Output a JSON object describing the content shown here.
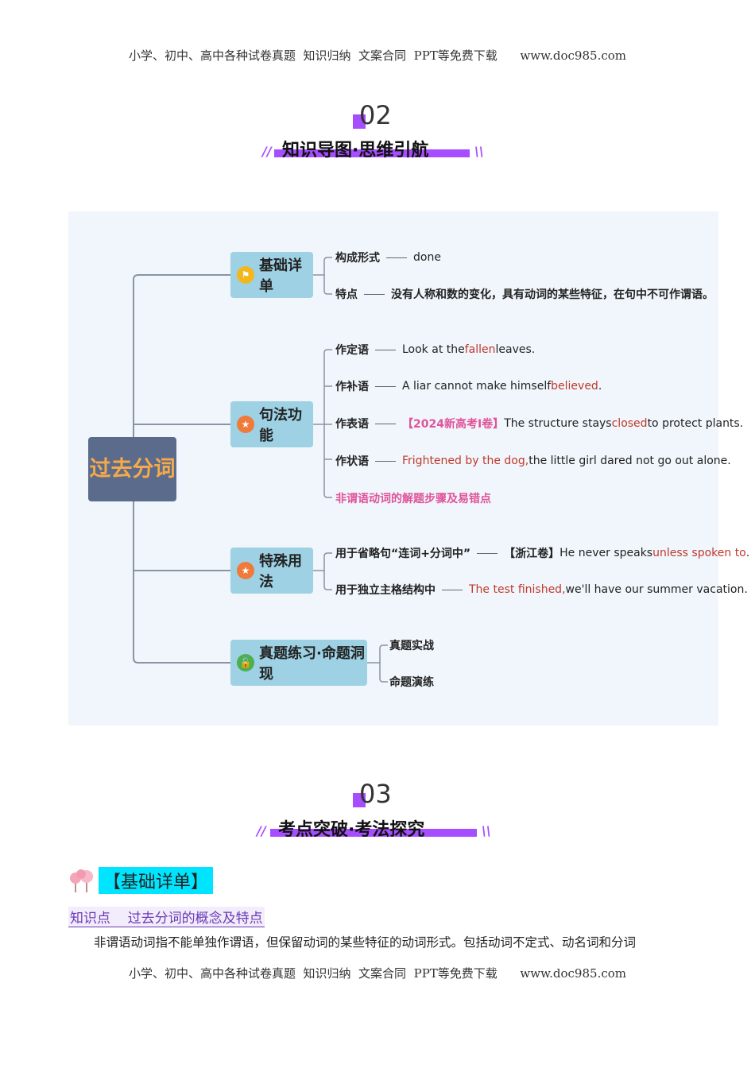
{
  "header": {
    "text": "小学、初中、高中各种试卷真题  知识归纳  文案合同  PPT等免费下载      www.doc985.com"
  },
  "footer": {
    "text": "小学、初中、高中各种试卷真题  知识归纳  文案合同  PPT等免费下载      www.doc985.com"
  },
  "section2": {
    "number": "02",
    "title": "知识导图·思维引航",
    "slash_left": "//",
    "slash_right": "\\\\"
  },
  "section3": {
    "number": "03",
    "title": "考点突破·考法探究",
    "slash_left": "//",
    "slash_right": "\\\\"
  },
  "mindmap": {
    "root": "过去分词",
    "branches": [
      {
        "label": "基础详单",
        "icon": "flag-icon",
        "leaves": [
          {
            "label": "构成形式",
            "parts": [
              {
                "text": "done",
                "style": "plain"
              }
            ]
          },
          {
            "label": "特点",
            "parts": [
              {
                "text": "没有人称和数的变化，具有动词的某些特征，在句中不可作谓语。",
                "style": "bold"
              }
            ]
          }
        ]
      },
      {
        "label": "句法功能",
        "icon": "star-icon",
        "leaves": [
          {
            "label": "作定语",
            "parts": [
              {
                "text": "Look at the",
                "style": "plain"
              },
              {
                "text": "fallen",
                "style": "red"
              },
              {
                "text": "leaves.",
                "style": "plain"
              }
            ]
          },
          {
            "label": "作补语",
            "parts": [
              {
                "text": "A liar cannot make himself",
                "style": "plain"
              },
              {
                "text": "believed",
                "style": "red"
              },
              {
                "text": ".",
                "style": "plain"
              }
            ]
          },
          {
            "label": "作表语",
            "parts": [
              {
                "text": "【2024新高考Ⅰ卷】",
                "style": "pink"
              },
              {
                "text": "The structure stays",
                "style": "plain"
              },
              {
                "text": "closed",
                "style": "red"
              },
              {
                "text": "to protect plants.",
                "style": "plain"
              }
            ]
          },
          {
            "label": "作状语",
            "parts": [
              {
                "text": "Frightened by the dog,",
                "style": "red"
              },
              {
                "text": "the little girl dared not go out alone.",
                "style": "plain"
              }
            ]
          },
          {
            "label": "非谓语动词的解题步骤及易错点",
            "label_style": "pink",
            "parts": []
          }
        ]
      },
      {
        "label": "特殊用法",
        "icon": "star-icon",
        "leaves": [
          {
            "label": "用于省略句“连词+分词中”",
            "parts": [
              {
                "text": "【浙江卷】",
                "style": "bold"
              },
              {
                "text": "He never speaks",
                "style": "plain"
              },
              {
                "text": "unless spoken to",
                "style": "red"
              },
              {
                "text": ".",
                "style": "plain"
              }
            ]
          },
          {
            "label": "用于独立主格结构中",
            "parts": [
              {
                "text": "The test finished,",
                "style": "red"
              },
              {
                "text": "we'll have our summer vacation.",
                "style": "plain"
              }
            ]
          }
        ]
      },
      {
        "label": "真题练习·命题洞现",
        "icon": "lock-icon",
        "leaves": [
          {
            "label": "真题实战",
            "parts": []
          },
          {
            "label": "命题演练",
            "parts": []
          }
        ]
      }
    ]
  },
  "basic_section": {
    "label": "【基础详单】"
  },
  "knowledge_point": {
    "text": "知识点    过去分词的概念及特点"
  },
  "paragraph": {
    "text": "非谓语动词指不能单独作谓语，但保留动词的某些特征的动词形式。包括动词不定式、动名词和分词"
  },
  "colors": {
    "accent": "#a64dff",
    "highlight": "#00e5ff",
    "root_bg": "#5a6b8c",
    "branch_bg": "#9dd1e3",
    "red_text": "#c0392b",
    "pink_text": "#e0539b"
  }
}
